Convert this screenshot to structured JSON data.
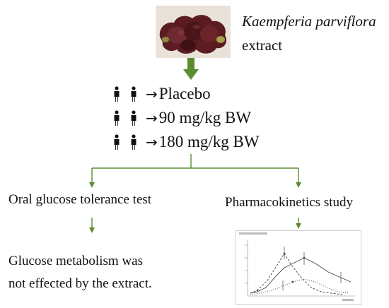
{
  "extract": {
    "name": "Kaempferia parviflora",
    "word": "extract"
  },
  "groups": [
    {
      "arrow": "→",
      "text": "Placebo"
    },
    {
      "arrow": "→",
      "text": " 90 mg/kg BW"
    },
    {
      "arrow": "→",
      "text": " 180 mg/kg BW"
    }
  ],
  "branches": {
    "left": {
      "title": "Oral glucose tolerance test",
      "result_line1": "Glucose metabolism was",
      "result_line2": "not effected by the extract."
    },
    "right": {
      "title": "Pharmacokinetics study"
    }
  },
  "colors": {
    "arrow_green": "#5b8c32",
    "rhizome_dark": "#4a1418",
    "rhizome_mid": "#6e2a2e",
    "plot_line": "#444444"
  },
  "icons": {
    "person": "person-silhouette-icon",
    "arrow": "right-arrow-icon"
  }
}
